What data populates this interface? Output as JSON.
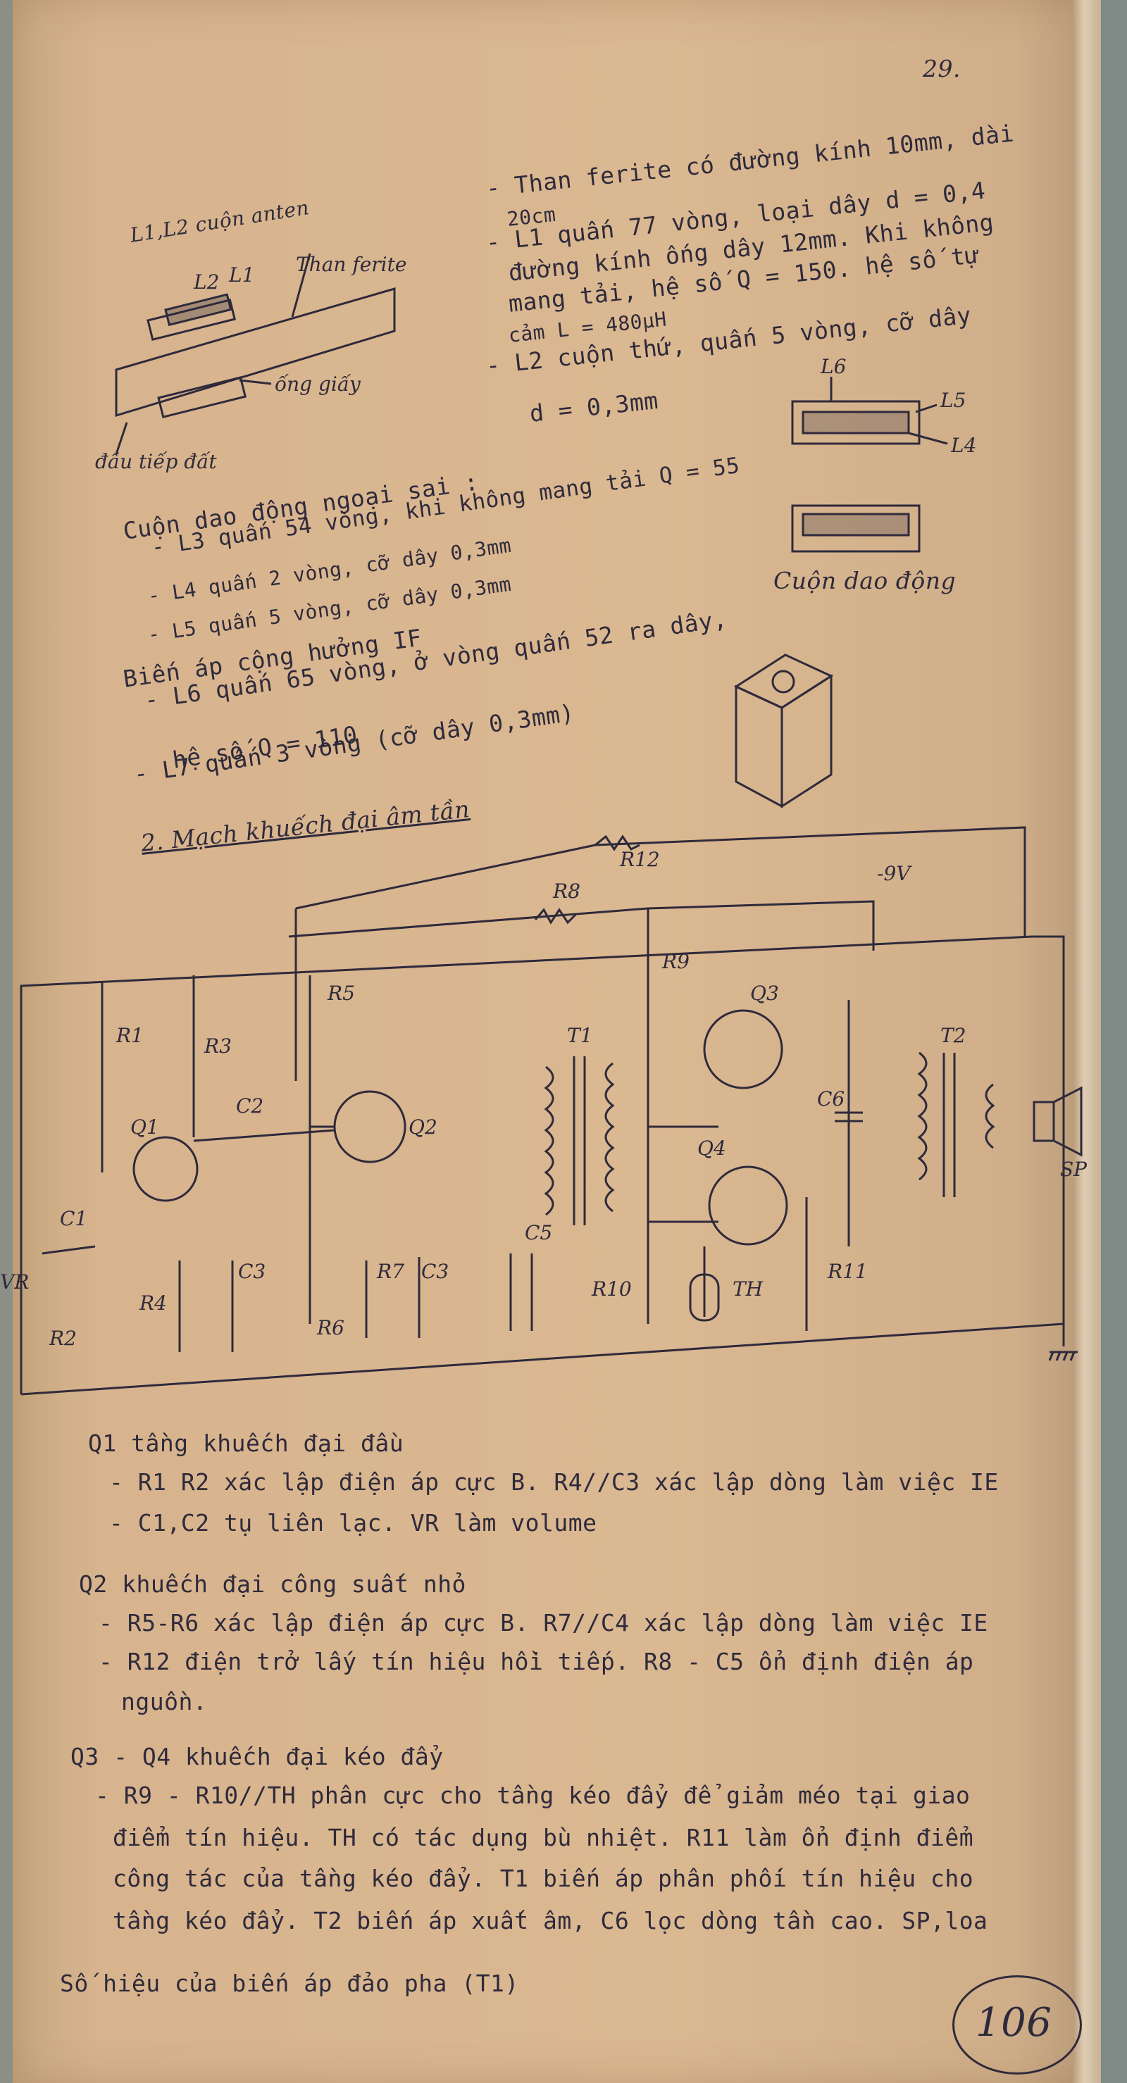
{
  "page_number": "29.",
  "stamp_number": "106",
  "antenna": {
    "heading": "L1,L2 cuộn anten",
    "lbl_ferrite": "Than ferite",
    "lbl_tube": "ống giấy",
    "lbl_ground": "đầu tiếp đất",
    "lbl_l1": "L1",
    "lbl_l2": "L2"
  },
  "spec_lines": [
    "- Than ferite có đường kính 10mm, dài",
    "20cm",
    "- L1 quấn 77 vòng, loại dây d = 0,4",
    "đường kính ống dây 12mm. Khi không",
    "mang tải, hệ số Q = 150. hệ số tự",
    "cảm L = 480µH",
    "- L2 cuộn thứ, quấn 5 vòng, cỡ dây",
    "d = 0,3mm"
  ],
  "osc_coil_caption": "Cuộn dao động",
  "coil_labels": {
    "l6": "L6",
    "l5": "L5",
    "l4": "L4"
  },
  "oscillator_lines": [
    "Cuộn dao động ngoại sai :",
    "- L3 quấn 54 vòng, khi không mang tải Q = 55",
    "- L4 quấn 2 vòng, cỡ dây 0,3mm",
    "- L5 quấn 5 vòng, cỡ dây 0,3mm"
  ],
  "if_lines": [
    "Biến áp cộng hưởng IF",
    "- L6 quấn 65 vòng, ở vòng quấn 52 ra dây,",
    "hệ số Q = 110",
    "- L7 quấn 3 vòng (cỡ dây 0,3mm)"
  ],
  "section_title": "2. Mạch khuếch đại âm tần",
  "circuit": {
    "supply": "-9V",
    "r1": "R1",
    "r2": "R2",
    "r3": "R3",
    "r4": "R4",
    "r5": "R5",
    "r6": "R6",
    "r7": "R7",
    "r8": "R8",
    "r9": "R9",
    "r10": "R10",
    "r11": "R11",
    "r12": "R12",
    "c1": "C1",
    "c2": "C2",
    "c3": "C3",
    "c3b": "C3",
    "c5": "C5",
    "c6": "C6",
    "q1": "Q1",
    "q2": "Q2",
    "q3": "Q3",
    "q4": "Q4",
    "t1": "T1",
    "t2": "T2",
    "sp": "SP",
    "vr": "VR",
    "th": "TH"
  },
  "notes": [
    "Q1 tầng khuếch đại đầu",
    "- R1 R2 xác lập điện áp cực B. R4//C3 xác lập dòng làm việc IE",
    "- C1,C2 tụ liên lạc. VR làm volume",
    "Q2 khuếch đại công suất nhỏ",
    "- R5-R6 xác lập điện áp cực B. R7//C4 xác lập dòng làm việc IE",
    "- R12 điện trở lấy tín hiệu hồi tiếp. R8 - C5 ổn định điện áp",
    "nguồn.",
    "Q3 - Q4 khuếch đại kéo đẩy",
    "- R9 - R10//TH phân cực cho tầng kéo đẩy để giảm méo tại giao",
    "điểm tín hiệu. TH có tác dụng bù nhiệt. R11 làm ổn định điểm",
    "công tác của tầng kéo đẩy. T1 biến áp phân phối tín hiệu cho",
    "tầng kéo đẩy. T2 biến áp xuất âm, C6 lọc dòng tần cao. SP,loa",
    "Số hiệu của biến áp đảo pha (T1)"
  ]
}
